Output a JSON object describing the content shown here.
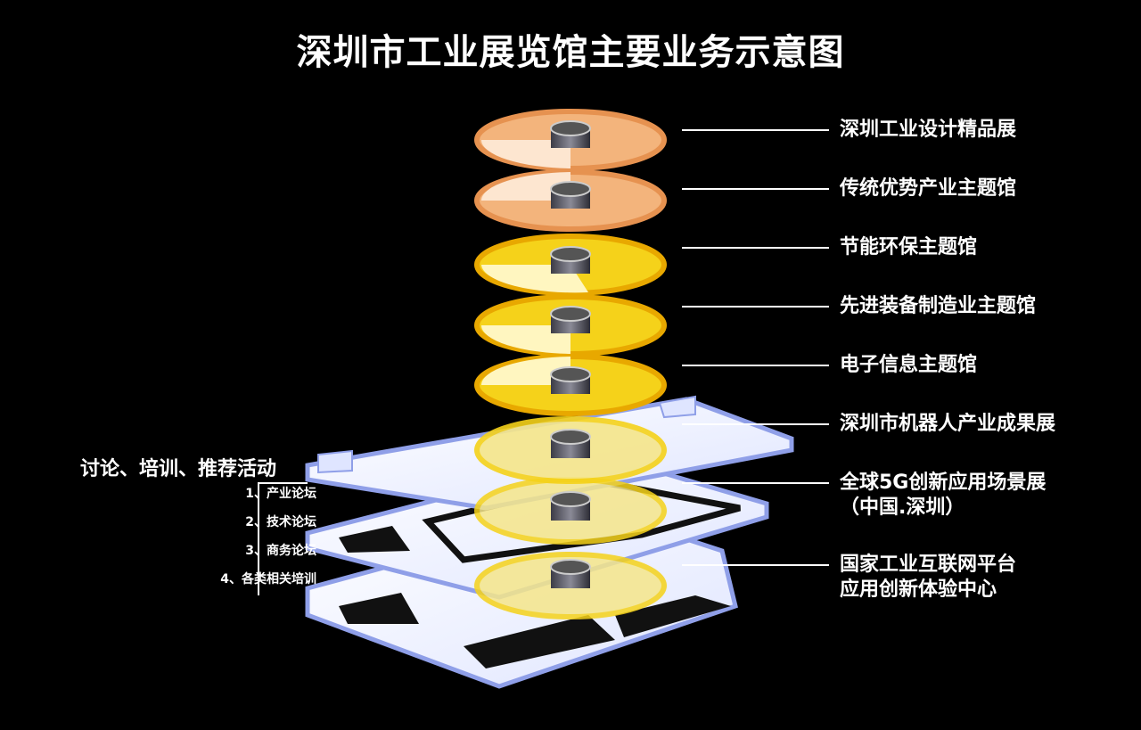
{
  "title": "深圳市工业展览馆主要业务示意图",
  "floors": [
    {
      "label": "深圳工业设计精品展",
      "color": "#f3b47c"
    },
    {
      "label": "传统优势产业主题馆",
      "color": "#f3b47c"
    },
    {
      "label": "节能环保主题馆",
      "color": "#f5d21a"
    },
    {
      "label": "先进装备制造业主题馆",
      "color": "#f5d21a"
    },
    {
      "label": "电子信息主题馆",
      "color": "#f5d21a"
    },
    {
      "label": "深圳市机器人产业成果展",
      "color": "#f5e68a"
    },
    {
      "label": "全球5G创新应用场景展",
      "label2": "（中国.深圳）",
      "color": "#f5e68a"
    },
    {
      "label": "国家工业互联网平台",
      "label2": "应用创新体验中心",
      "color": "#f5e68a"
    }
  ],
  "left_panel": {
    "heading": "讨论、培训、推荐活动",
    "items": [
      "1、产业论坛",
      "2、技术论坛",
      "3、商务论坛",
      "4、各类相关培训"
    ]
  },
  "colors": {
    "background": "#000000",
    "orange": "#f3b47c",
    "yellow": "#f5d21a",
    "pale_yellow": "#f5e68a",
    "platform": "#e8ecff",
    "platform_edge": "#8f9fe8",
    "line": "#ffffff"
  }
}
